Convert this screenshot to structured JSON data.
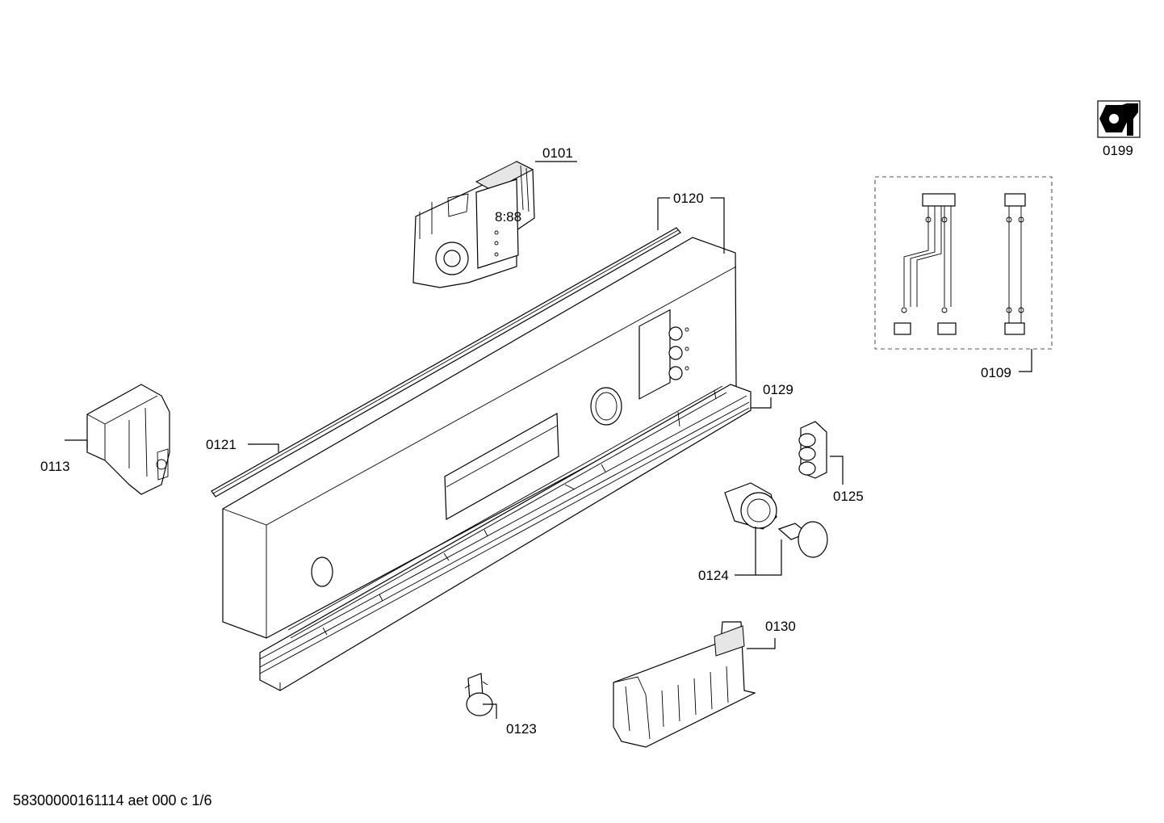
{
  "parts": {
    "p0101": "0101",
    "p0120": "0120",
    "p0121": "0121",
    "p0113": "0113",
    "p0129": "0129",
    "p0125": "0125",
    "p0124": "0124",
    "p0130": "0130",
    "p0123": "0123",
    "p0109": "0109",
    "p0199": "0199"
  },
  "display_digits": "8:88",
  "footer": "58300000161114 aet 000 c 1/6"
}
